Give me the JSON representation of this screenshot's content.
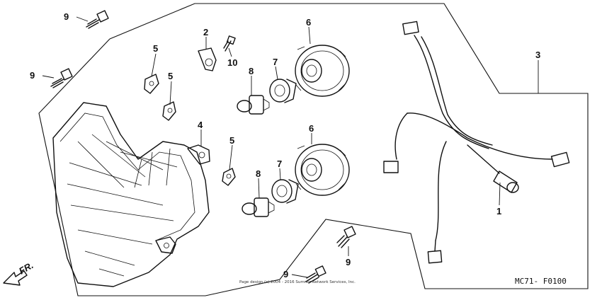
{
  "diagram": {
    "drawing_code": "MC71- F0100",
    "copyright": "Page design (c) 2004 - 2016 Sumner Network Services, Inc.",
    "direction_marker": "FR.",
    "callouts": {
      "c9a": "9",
      "c2": "2",
      "c10": "10",
      "c6a": "6",
      "c3": "3",
      "c5a": "5",
      "c9b": "9",
      "c5b": "5",
      "c8a": "8",
      "c7a": "7",
      "c4": "4",
      "c5c": "5",
      "c6b": "6",
      "c7b": "7",
      "c8b": "8",
      "c1": "1",
      "c9c": "9",
      "c9d": "9"
    }
  }
}
